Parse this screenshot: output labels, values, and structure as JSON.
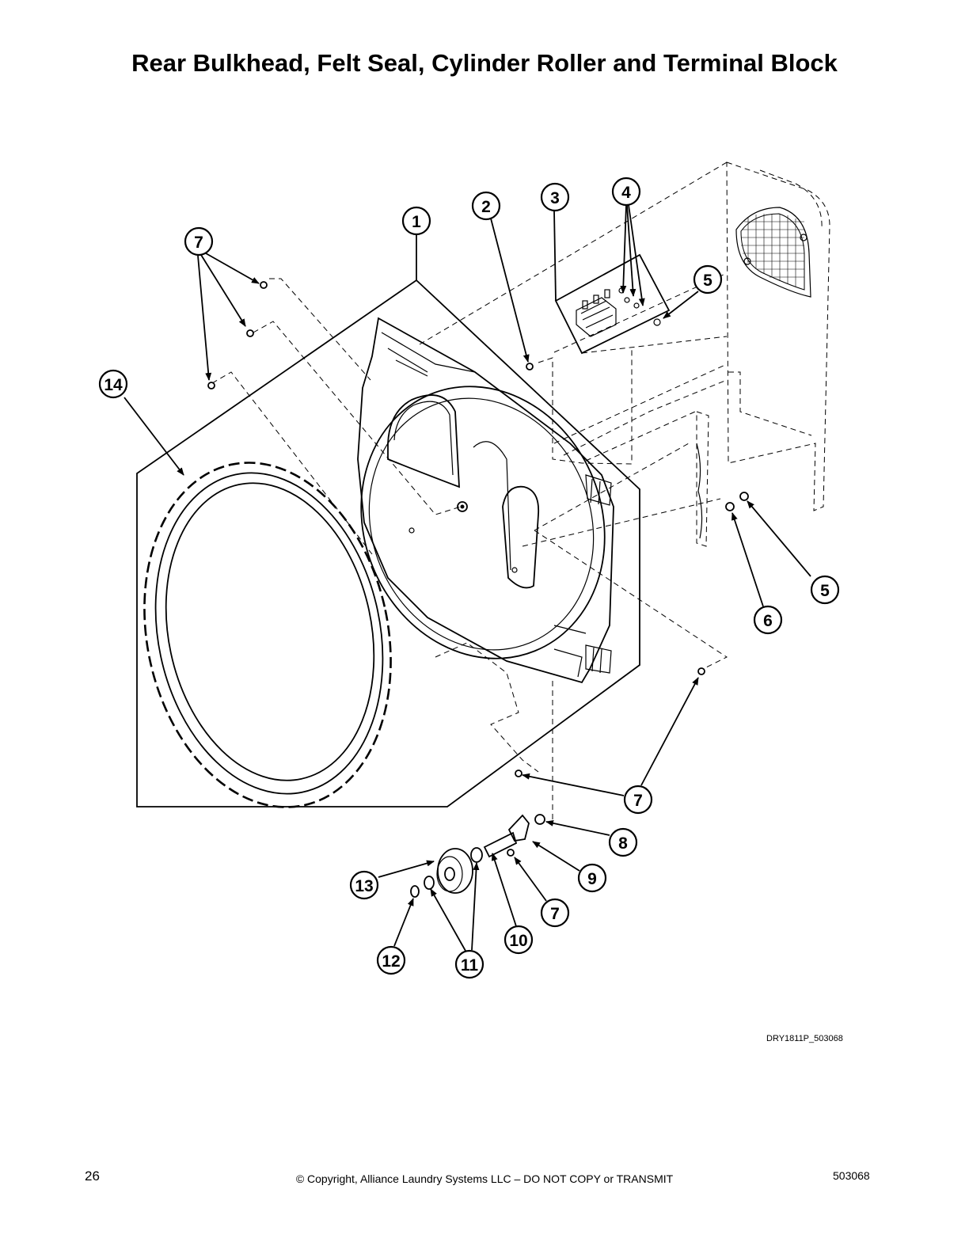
{
  "title": "Rear Bulkhead, Felt Seal, Cylinder Roller and Terminal Block",
  "drawing_code": "DRY1811P_503068",
  "footer": {
    "page_number": "26",
    "copyright": "© Copyright, Alliance Laundry Systems LLC – DO NOT COPY or TRANSMIT",
    "doc_number": "503068"
  },
  "callouts": [
    {
      "id": "c1",
      "label": "1"
    },
    {
      "id": "c2",
      "label": "2"
    },
    {
      "id": "c3",
      "label": "3"
    },
    {
      "id": "c4",
      "label": "4"
    },
    {
      "id": "c5a",
      "label": "5"
    },
    {
      "id": "c5b",
      "label": "5"
    },
    {
      "id": "c6",
      "label": "6"
    },
    {
      "id": "c7a",
      "label": "7"
    },
    {
      "id": "c7b",
      "label": "7"
    },
    {
      "id": "c7c",
      "label": "7"
    },
    {
      "id": "c7d",
      "label": "7"
    },
    {
      "id": "c8",
      "label": "8"
    },
    {
      "id": "c9",
      "label": "9"
    },
    {
      "id": "c10",
      "label": "10"
    },
    {
      "id": "c11",
      "label": "11"
    },
    {
      "id": "c12",
      "label": "12"
    },
    {
      "id": "c13",
      "label": "13"
    },
    {
      "id": "c14",
      "label": "14"
    }
  ]
}
